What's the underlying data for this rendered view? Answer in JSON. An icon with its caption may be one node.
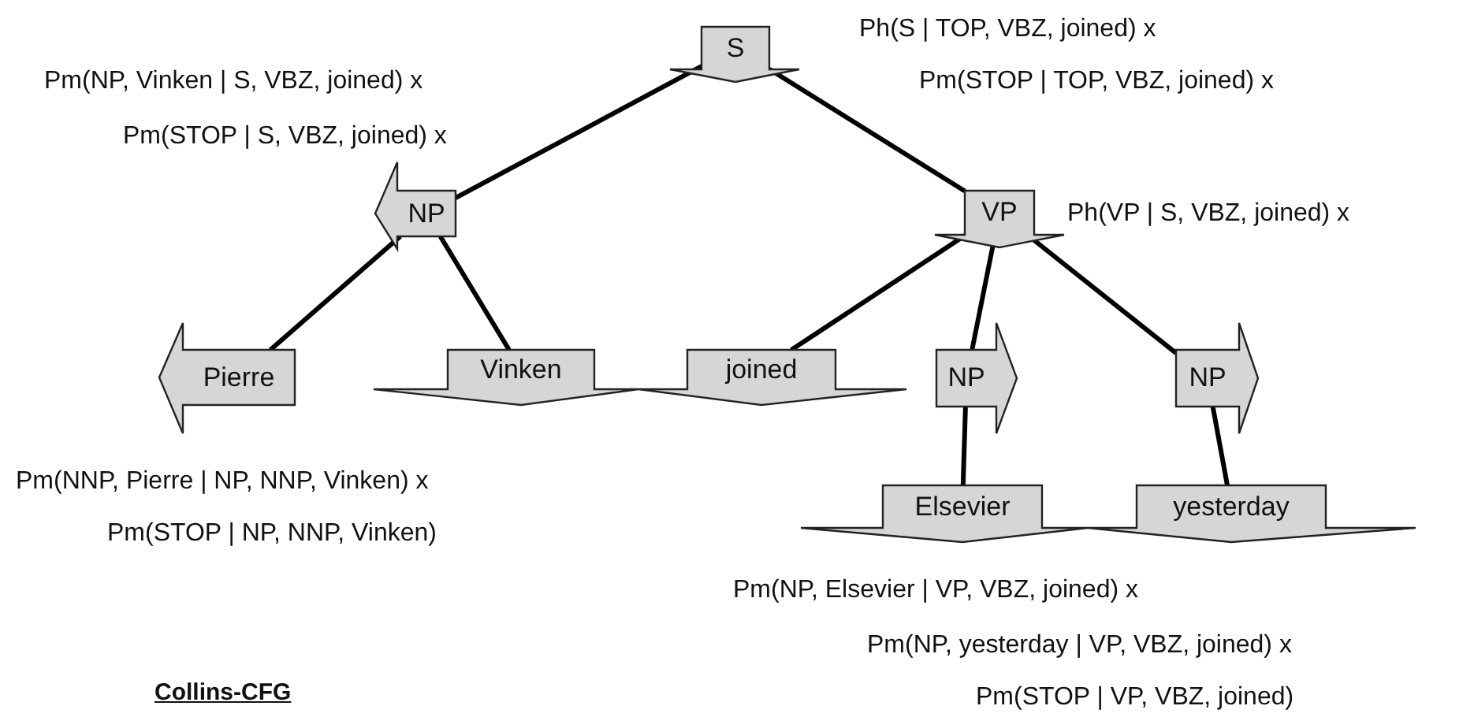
{
  "diagram": {
    "title": "Collins-CFG",
    "nodes": [
      {
        "text": [
          "S"
        ],
        "beside": [
          "Ph(S | TOP, VBZ, joined) x",
          "Pm(STOP | TOP, VBZ, joined) x"
        ]
      },
      {
        "text": [
          "NP"
        ],
        "beside": [
          "Pm(NP, Vinken | S, VBZ, joined) x",
          "Pm(STOP | S, VBZ, joined) x"
        ]
      },
      {
        "text": [
          "VP"
        ],
        "beside": [
          "Ph(VP | S, VBZ, joined) x"
        ]
      },
      {
        "text": [
          "Pierre"
        ],
        "beside": [
          "Pm(NNP, Pierre | NP, NNP, Vinken) x",
          "Pm(STOP | NP, NNP, Vinken)"
        ]
      },
      {
        "text": [
          "Vinken"
        ]
      },
      {
        "text": [
          "joined"
        ]
      },
      {
        "text": [
          "NP"
        ]
      },
      {
        "text": [
          "NP"
        ]
      },
      {
        "text": [
          "Elsevier"
        ]
      },
      {
        "text": [
          "yesterday"
        ]
      }
    ],
    "edges": [
      {
        "from": 0,
        "to": 1,
        "arrow": "none"
      },
      {
        "from": 0,
        "to": 2,
        "arrow": "none"
      },
      {
        "from": 1,
        "to": 3,
        "arrow": "none"
      },
      {
        "from": 1,
        "to": 4,
        "arrow": "none"
      },
      {
        "from": 2,
        "to": 5,
        "arrow": "none"
      },
      {
        "from": 2,
        "to": 6,
        "arrow": "none"
      },
      {
        "from": 2,
        "to": 7,
        "arrow": "none"
      },
      {
        "from": 6,
        "to": 8,
        "arrow": "none"
      },
      {
        "from": 7,
        "to": 9,
        "arrow": "none"
      }
    ],
    "labels": [
      "Pm(NP, Elsevier | VP, VBZ, joined) x",
      "Pm(NP, yesterday | VP, VBZ, joined) x",
      "Pm(STOP | VP, VBZ, joined)"
    ]
  }
}
